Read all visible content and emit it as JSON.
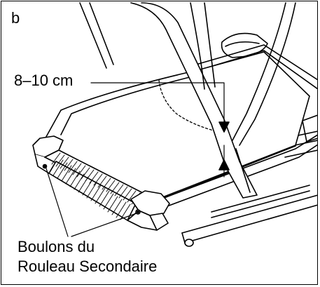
{
  "diagram": {
    "panel_letter": "b",
    "measurement": "8–10 cm",
    "callout_line1": "Boulons du",
    "callout_line2": "Rouleau Secondaire"
  }
}
